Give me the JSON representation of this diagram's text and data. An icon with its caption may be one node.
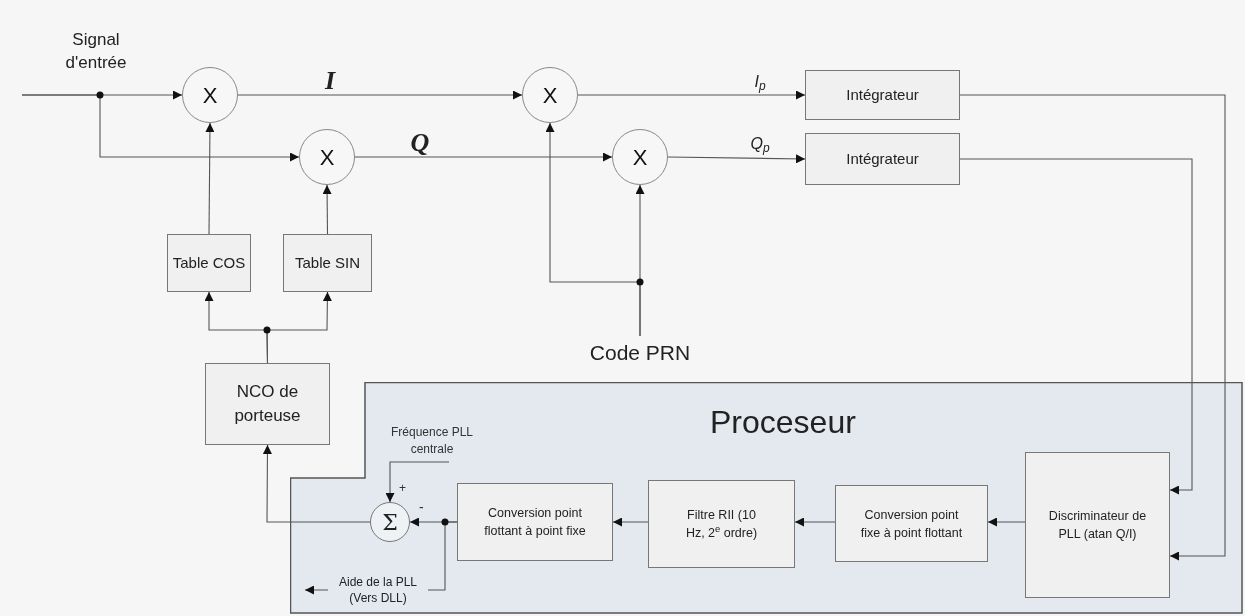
{
  "diagram": {
    "nodes": [
      {
        "text": [
          "X"
        ]
      },
      {
        "text": [
          "X"
        ]
      },
      {
        "text": [
          "X"
        ]
      },
      {
        "text": [
          "X"
        ]
      },
      {
        "text": [
          "Intégrateur"
        ]
      },
      {
        "text": [
          "Intégrateur"
        ]
      },
      {
        "text": [
          "Table COS"
        ]
      },
      {
        "text": [
          "Table SIN"
        ]
      },
      {
        "text": [
          "NCO de porteuse"
        ]
      },
      {
        "text": [
          "Code PRN"
        ]
      },
      {
        "text": [
          "Proceseur"
        ]
      },
      {
        "text": [
          "Σ"
        ],
        "in": 10
      },
      {
        "text": [
          "Conversion point flottant à point fixe"
        ],
        "in": 10
      },
      {
        "text": [
          "Filtre RII (10 Hz, 2$^{e}$ ordre)"
        ],
        "in": 10
      },
      {
        "text": [
          "Conversion point fixe à point flottant"
        ],
        "in": 10
      },
      {
        "text": [
          "Discriminateur de PLL (atan Q/I)"
        ],
        "in": 10
      },
      {
        "text": [
          "Fréquence PLL centrale"
        ],
        "in": 10
      }
    ],
    "edges": [
      {
        "from": null,
        "to": 0,
        "arrow": "to"
      },
      {
        "from": null,
        "to": 1,
        "arrow": "to"
      },
      {
        "from": 0,
        "to": 2,
        "arrow": "to",
        "label": "I"
      },
      {
        "from": 1,
        "to": 3,
        "arrow": "to",
        "label": "Q"
      },
      {
        "from": 2,
        "to": 4,
        "arrow": "to",
        "label": "I$_{p}$"
      },
      {
        "from": 3,
        "to": 5,
        "arrow": "to",
        "label": "Q$_{p}$"
      },
      {
        "from": 6,
        "to": 0,
        "arrow": "to"
      },
      {
        "from": 7,
        "to": 1,
        "arrow": "to"
      },
      {
        "from": 8,
        "to": 6,
        "arrow": "to"
      },
      {
        "from": 8,
        "to": 7,
        "arrow": "to"
      },
      {
        "from": 9,
        "to": 2,
        "arrow": "to"
      },
      {
        "from": 9,
        "to": 3,
        "arrow": "to"
      },
      {
        "from": 4,
        "to": 15,
        "arrow": "to"
      },
      {
        "from": 5,
        "to": 15,
        "arrow": "to"
      },
      {
        "from": 15,
        "to": 14,
        "arrow": "to"
      },
      {
        "from": 14,
        "to": 13,
        "arrow": "to"
      },
      {
        "from": 13,
        "to": 12,
        "arrow": "to"
      },
      {
        "from": 12,
        "to": 11,
        "arrow": "to"
      },
      {
        "from": 16,
        "to": 11,
        "arrow": "to"
      },
      {
        "from": 11,
        "to": 8,
        "arrow": "to"
      },
      {
        "from": 12,
        "to": null,
        "arrow": "to",
        "label": "Aide de la PLL (Vers DLL)"
      }
    ],
    "labels": [
      "Signal d'entrée",
      "+",
      "-"
    ]
  }
}
